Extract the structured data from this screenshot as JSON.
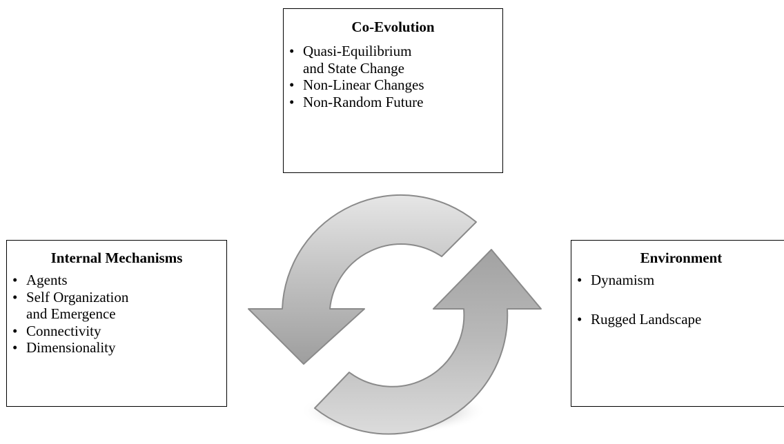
{
  "coevolution": {
    "title": "Co-Evolution",
    "items": [
      {
        "line1": "Quasi-Equilibrium",
        "line2": "and State Change"
      },
      {
        "line1": "Non-Linear Changes",
        "line2": ""
      },
      {
        "line1": "Non-Random Future",
        "line2": ""
      }
    ]
  },
  "internal": {
    "title": "Internal Mechanisms",
    "items": [
      {
        "line1": "Agents",
        "line2": ""
      },
      {
        "line1": "Self Organization",
        "line2": "and Emergence"
      },
      {
        "line1": "Connectivity",
        "line2": ""
      },
      {
        "line1": "Dimensionality",
        "line2": ""
      }
    ]
  },
  "environment": {
    "title": "Environment",
    "items": [
      {
        "line1": "Dynamism",
        "line2": ""
      },
      {
        "line1": "Rugged Landscape",
        "line2": ""
      }
    ]
  },
  "bullet_glyph": "•",
  "graphic": {
    "icon": "refresh-cycle-icon",
    "arrow_fill": "#bdbdbd",
    "arrow_stroke": "#8a8a8a",
    "shadow_color": "#9a9a9a"
  }
}
